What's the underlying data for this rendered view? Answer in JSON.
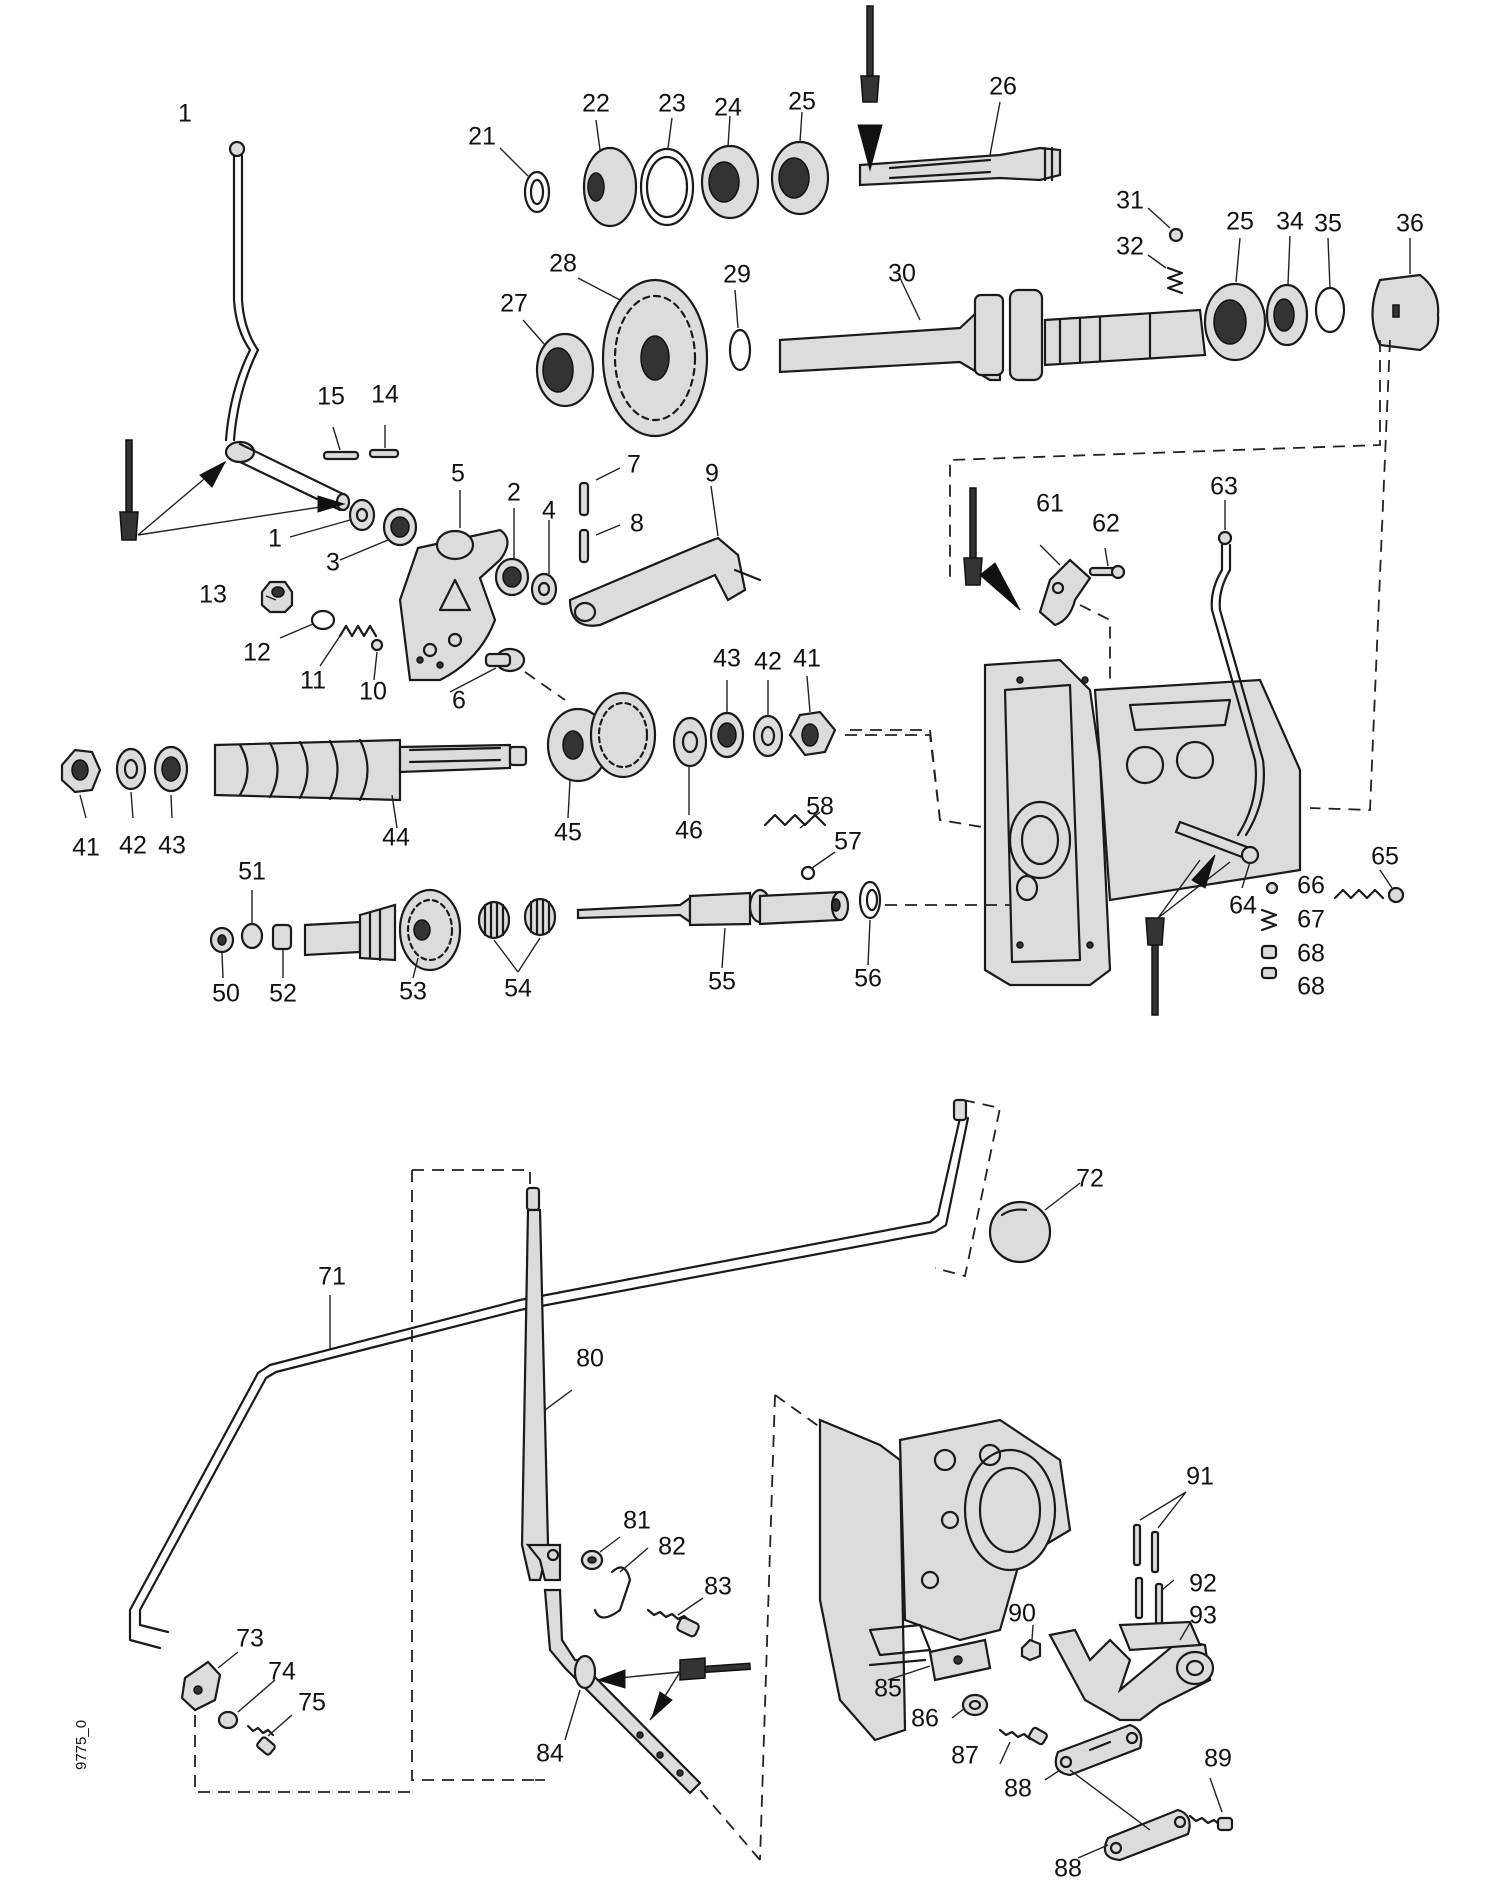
{
  "drawing_code": "9775_0",
  "labels": {
    "l1a": "1",
    "l1b": "1",
    "l2": "2",
    "l3": "3",
    "l4": "4",
    "l5": "5",
    "l6": "6",
    "l7": "7",
    "l8": "8",
    "l9": "9",
    "l10": "10",
    "l11": "11",
    "l12": "12",
    "l13": "13",
    "l14": "14",
    "l15": "15",
    "l21": "21",
    "l22": "22",
    "l23": "23",
    "l24": "24",
    "l25a": "25",
    "l25b": "25",
    "l26": "26",
    "l27": "27",
    "l28": "28",
    "l29": "29",
    "l30": "30",
    "l31": "31",
    "l32": "32",
    "l34": "34",
    "l35": "35",
    "l36": "36",
    "l41a": "41",
    "l41b": "41",
    "l42a": "42",
    "l42b": "42",
    "l43a": "43",
    "l43b": "43",
    "l44": "44",
    "l45": "45",
    "l46": "46",
    "l50": "50",
    "l51": "51",
    "l52": "52",
    "l53": "53",
    "l54": "54",
    "l55": "55",
    "l56": "56",
    "l57": "57",
    "l58": "58",
    "l61": "61",
    "l62": "62",
    "l63": "63",
    "l64": "64",
    "l65": "65",
    "l66": "66",
    "l67": "67",
    "l68a": "68",
    "l68b": "68",
    "l71": "71",
    "l72": "72",
    "l73": "73",
    "l74": "74",
    "l75": "75",
    "l80": "80",
    "l81": "81",
    "l82": "82",
    "l83": "83",
    "l84": "84",
    "l85": "85",
    "l86": "86",
    "l87": "87",
    "l88a": "88",
    "l88b": "88",
    "l89": "89",
    "l90": "90",
    "l91": "91",
    "l92": "92",
    "l93": "93"
  }
}
